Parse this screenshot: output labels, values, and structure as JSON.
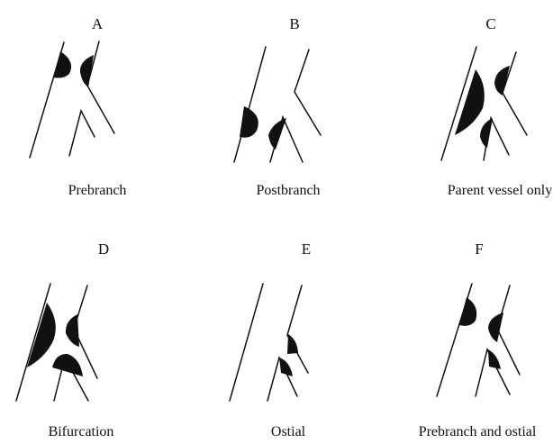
{
  "figure": {
    "panels": [
      {
        "letter": "A",
        "caption": "Prebranch"
      },
      {
        "letter": "B",
        "caption": "Postbranch"
      },
      {
        "letter": "C",
        "caption": "Parent vessel only"
      },
      {
        "letter": "D",
        "caption": "Bifurcation"
      },
      {
        "letter": "E",
        "caption": "Ostial"
      },
      {
        "letter": "F",
        "caption": "Prebranch and ostial"
      }
    ]
  }
}
